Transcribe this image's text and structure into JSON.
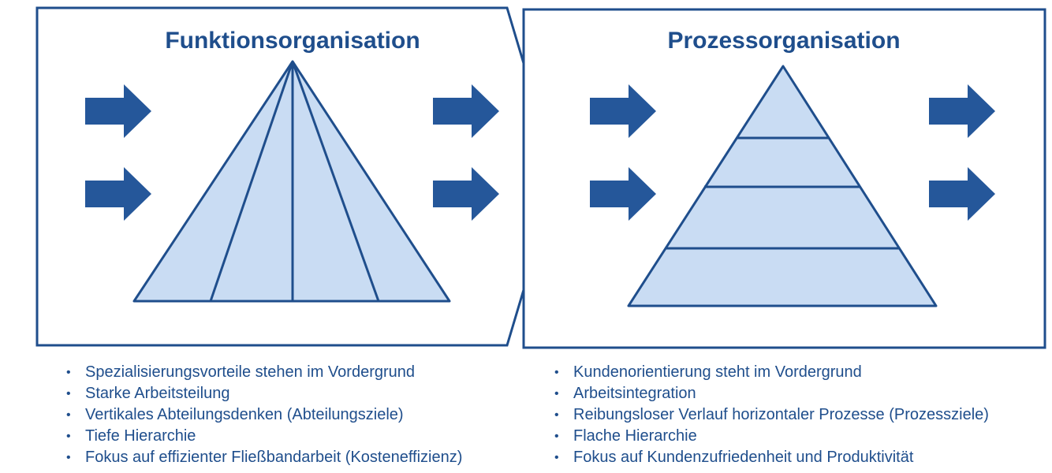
{
  "left_panel": {
    "title": "Funktionsorganisation",
    "bullets": [
      "Spezialisierungsvorteile stehen im Vordergrund",
      "Starke Arbeitsteilung",
      "Vertikales Abteilungsdenken (Abteilungsziele)",
      "Tiefe Hierarchie",
      "Fokus auf effizienter Fließbandarbeit (Kosteneffizienz)"
    ]
  },
  "right_panel": {
    "title": "Prozessorganisation",
    "bullets": [
      "Kundenorientierung steht im Vordergrund",
      "Arbeitsintegration",
      "Reibungsloser Verlauf horizontaler Prozesse (Prozessziele)",
      "Flache Hierarchie",
      "Fokus auf Kundenzufriedenheit und Produktivität"
    ]
  },
  "colors": {
    "primary": "#1f4e8c",
    "arrow": "#25579a",
    "fill": "#c9dcf3"
  }
}
